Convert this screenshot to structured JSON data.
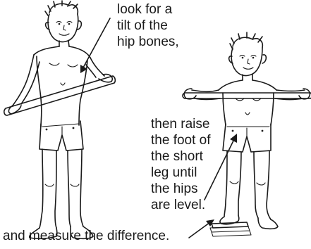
{
  "captions": {
    "top_right": [
      "look for a",
      "tilt of the",
      "hip bones,"
    ],
    "middle": [
      "then raise",
      "the foot of",
      "the short",
      "leg until",
      "the hips",
      "are level."
    ],
    "bottom": "and measure the difference."
  },
  "icons": {
    "arrow_1": "arrow-icon",
    "arrow_2": "arrow-icon",
    "arrow_3": "arrow-icon"
  },
  "colors": {
    "ink": "#1a1a1a",
    "paper": "#ffffff"
  }
}
